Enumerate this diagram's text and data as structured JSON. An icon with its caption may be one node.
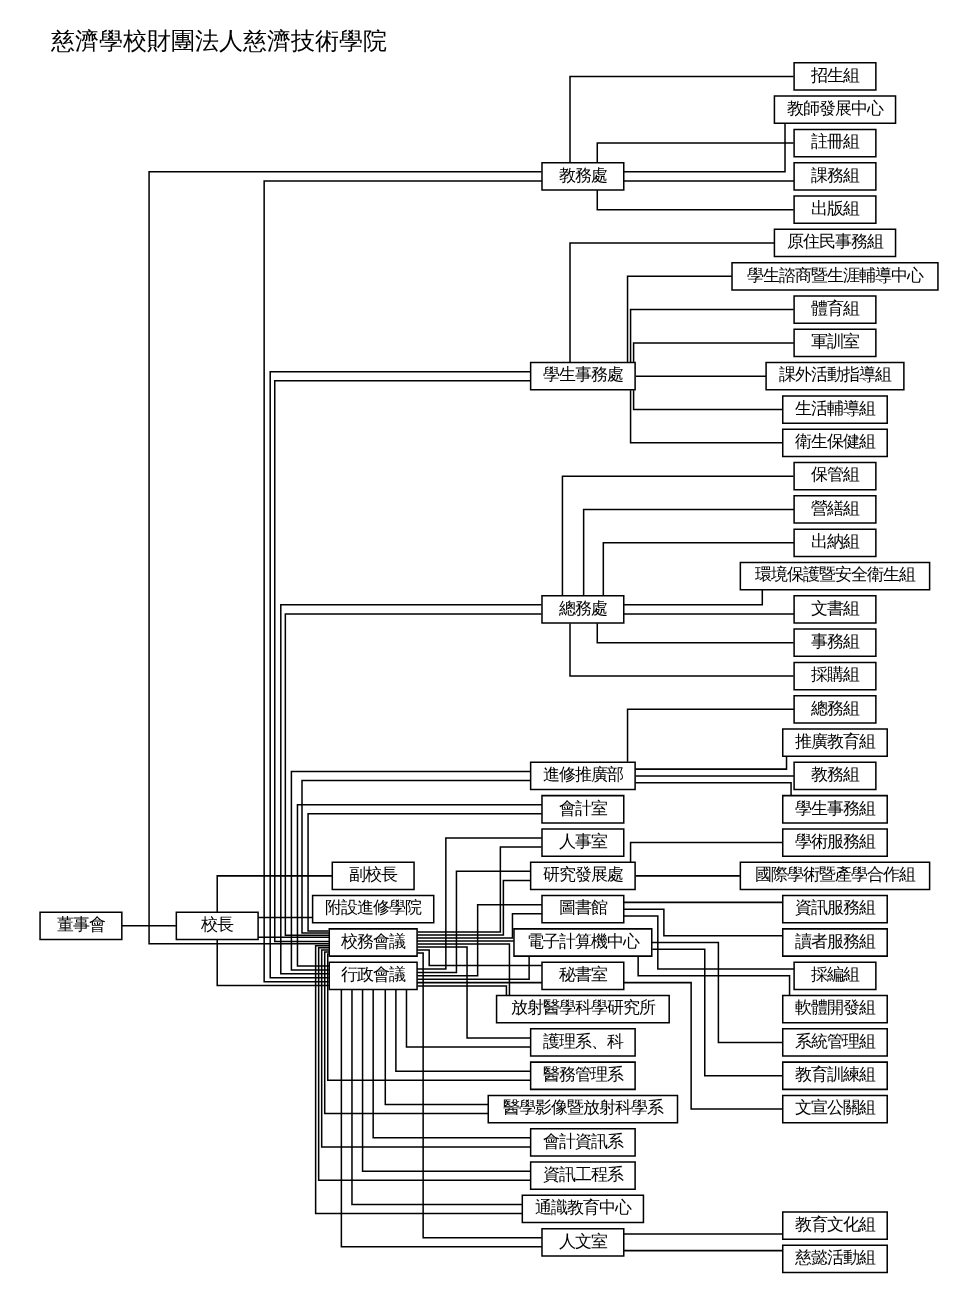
{
  "diagram": {
    "title": "慈濟學校財團法人慈濟技術學院",
    "nodes": [
      {
        "text": [
          "董事會"
        ]
      },
      {
        "text": [
          "校長"
        ]
      },
      {
        "text": [
          "副校長"
        ]
      },
      {
        "text": [
          "附設進修學院"
        ]
      },
      {
        "text": [
          "校務會議"
        ]
      },
      {
        "text": [
          "行政會議"
        ]
      },
      {
        "text": [
          "教務處"
        ]
      },
      {
        "text": [
          "學生事務處"
        ]
      },
      {
        "text": [
          "總務處"
        ]
      },
      {
        "text": [
          "進修推廣部"
        ]
      },
      {
        "text": [
          "放射醫學科學研究所"
        ]
      },
      {
        "text": [
          "護理系、科"
        ]
      },
      {
        "text": [
          "醫務管理系"
        ]
      },
      {
        "text": [
          "醫學影像暨放射科學系"
        ]
      },
      {
        "text": [
          "會計資訊系"
        ]
      },
      {
        "text": [
          "資訊工程系"
        ]
      },
      {
        "text": [
          "通識教育中心"
        ]
      },
      {
        "text": [
          "研究發展處"
        ]
      },
      {
        "text": [
          "圖書館"
        ]
      },
      {
        "text": [
          "電子計算機中心"
        ]
      },
      {
        "text": [
          "秘書室"
        ]
      },
      {
        "text": [
          "人文室"
        ]
      },
      {
        "text": [
          "會計室"
        ]
      },
      {
        "text": [
          "人事室"
        ]
      },
      {
        "text": [
          "註冊組"
        ]
      },
      {
        "text": [
          "課務組"
        ]
      },
      {
        "text": [
          "出版組"
        ]
      },
      {
        "text": [
          "招生組"
        ]
      },
      {
        "text": [
          "教師發展中心"
        ]
      },
      {
        "text": [
          "課外活動指導組"
        ]
      },
      {
        "text": [
          "生活輔導組"
        ]
      },
      {
        "text": [
          "衛生保健組"
        ]
      },
      {
        "text": [
          "原住民事務組"
        ]
      },
      {
        "text": [
          "學生諮商暨生涯輔導中心"
        ]
      },
      {
        "text": [
          "體育組"
        ]
      },
      {
        "text": [
          "軍訓室"
        ]
      },
      {
        "text": [
          "文書組"
        ]
      },
      {
        "text": [
          "事務組"
        ]
      },
      {
        "text": [
          "採購組"
        ]
      },
      {
        "text": [
          "保管組"
        ]
      },
      {
        "text": [
          "營繕組"
        ]
      },
      {
        "text": [
          "出納組"
        ]
      },
      {
        "text": [
          "環境保護暨安全衛生組"
        ]
      },
      {
        "text": [
          "教務組"
        ]
      },
      {
        "text": [
          "學生事務組"
        ]
      },
      {
        "text": [
          "總務組"
        ]
      },
      {
        "text": [
          "推廣教育組"
        ]
      },
      {
        "text": [
          "學術服務組"
        ]
      },
      {
        "text": [
          "國際學術暨產學合作組"
        ]
      },
      {
        "text": [
          "資訊服務組"
        ]
      },
      {
        "text": [
          "讀者服務組"
        ]
      },
      {
        "text": [
          "採編組"
        ]
      },
      {
        "text": [
          "軟體開發組"
        ]
      },
      {
        "text": [
          "系統管理組"
        ]
      },
      {
        "text": [
          "教育訓練組"
        ]
      },
      {
        "text": [
          "文宣公關組"
        ]
      },
      {
        "text": [
          "教育文化組"
        ]
      },
      {
        "text": [
          "慈懿活動組"
        ]
      }
    ],
    "edges": [
      {
        "from": 0,
        "to": 1,
        "arrow": "none"
      },
      {
        "from": 1,
        "to": 2,
        "arrow": "none"
      },
      {
        "from": 1,
        "to": 3,
        "arrow": "none"
      },
      {
        "from": 1,
        "to": 4,
        "arrow": "none"
      },
      {
        "from": 1,
        "to": 5,
        "arrow": "none"
      },
      {
        "from": 4,
        "to": 6,
        "arrow": "none"
      },
      {
        "from": 4,
        "to": 7,
        "arrow": "none"
      },
      {
        "from": 4,
        "to": 8,
        "arrow": "none"
      },
      {
        "from": 4,
        "to": 9,
        "arrow": "none"
      },
      {
        "from": 4,
        "to": 10,
        "arrow": "none"
      },
      {
        "from": 4,
        "to": 11,
        "arrow": "none"
      },
      {
        "from": 4,
        "to": 12,
        "arrow": "none"
      },
      {
        "from": 4,
        "to": 13,
        "arrow": "none"
      },
      {
        "from": 4,
        "to": 14,
        "arrow": "none"
      },
      {
        "from": 4,
        "to": 15,
        "arrow": "none"
      },
      {
        "from": 4,
        "to": 16,
        "arrow": "none"
      },
      {
        "from": 4,
        "to": 17,
        "arrow": "none"
      },
      {
        "from": 4,
        "to": 18,
        "arrow": "none"
      },
      {
        "from": 4,
        "to": 19,
        "arrow": "none"
      },
      {
        "from": 4,
        "to": 20,
        "arrow": "none"
      },
      {
        "from": 4,
        "to": 21,
        "arrow": "none"
      },
      {
        "from": 4,
        "to": 22,
        "arrow": "none"
      },
      {
        "from": 4,
        "to": 23,
        "arrow": "none"
      },
      {
        "from": 5,
        "to": 6,
        "arrow": "none"
      },
      {
        "from": 5,
        "to": 7,
        "arrow": "none"
      },
      {
        "from": 5,
        "to": 8,
        "arrow": "none"
      },
      {
        "from": 5,
        "to": 9,
        "arrow": "none"
      },
      {
        "from": 5,
        "to": 10,
        "arrow": "none"
      },
      {
        "from": 5,
        "to": 11,
        "arrow": "none"
      },
      {
        "from": 5,
        "to": 12,
        "arrow": "none"
      },
      {
        "from": 5,
        "to": 13,
        "arrow": "none"
      },
      {
        "from": 5,
        "to": 14,
        "arrow": "none"
      },
      {
        "from": 5,
        "to": 15,
        "arrow": "none"
      },
      {
        "from": 5,
        "to": 16,
        "arrow": "none"
      },
      {
        "from": 5,
        "to": 17,
        "arrow": "none"
      },
      {
        "from": 5,
        "to": 18,
        "arrow": "none"
      },
      {
        "from": 5,
        "to": 19,
        "arrow": "none"
      },
      {
        "from": 5,
        "to": 20,
        "arrow": "none"
      },
      {
        "from": 5,
        "to": 21,
        "arrow": "none"
      },
      {
        "from": 5,
        "to": 22,
        "arrow": "none"
      },
      {
        "from": 5,
        "to": 23,
        "arrow": "none"
      },
      {
        "from": 6,
        "to": 24,
        "arrow": "none"
      },
      {
        "from": 6,
        "to": 25,
        "arrow": "none"
      },
      {
        "from": 6,
        "to": 26,
        "arrow": "none"
      },
      {
        "from": 6,
        "to": 27,
        "arrow": "none"
      },
      {
        "from": 6,
        "to": 28,
        "arrow": "none"
      },
      {
        "from": 7,
        "to": 29,
        "arrow": "none"
      },
      {
        "from": 7,
        "to": 30,
        "arrow": "none"
      },
      {
        "from": 7,
        "to": 31,
        "arrow": "none"
      },
      {
        "from": 7,
        "to": 32,
        "arrow": "none"
      },
      {
        "from": 7,
        "to": 33,
        "arrow": "none"
      },
      {
        "from": 7,
        "to": 34,
        "arrow": "none"
      },
      {
        "from": 7,
        "to": 35,
        "arrow": "none"
      },
      {
        "from": 8,
        "to": 36,
        "arrow": "none"
      },
      {
        "from": 8,
        "to": 37,
        "arrow": "none"
      },
      {
        "from": 8,
        "to": 38,
        "arrow": "none"
      },
      {
        "from": 8,
        "to": 39,
        "arrow": "none"
      },
      {
        "from": 8,
        "to": 40,
        "arrow": "none"
      },
      {
        "from": 8,
        "to": 41,
        "arrow": "none"
      },
      {
        "from": 8,
        "to": 42,
        "arrow": "none"
      },
      {
        "from": 9,
        "to": 43,
        "arrow": "none"
      },
      {
        "from": 9,
        "to": 44,
        "arrow": "none"
      },
      {
        "from": 9,
        "to": 45,
        "arrow": "none"
      },
      {
        "from": 9,
        "to": 46,
        "arrow": "none"
      },
      {
        "from": 17,
        "to": 47,
        "arrow": "none"
      },
      {
        "from": 17,
        "to": 48,
        "arrow": "none"
      },
      {
        "from": 18,
        "to": 49,
        "arrow": "none"
      },
      {
        "from": 18,
        "to": 50,
        "arrow": "none"
      },
      {
        "from": 18,
        "to": 51,
        "arrow": "none"
      },
      {
        "from": 19,
        "to": 52,
        "arrow": "none"
      },
      {
        "from": 19,
        "to": 53,
        "arrow": "none"
      },
      {
        "from": 19,
        "to": 54,
        "arrow": "none"
      },
      {
        "from": 20,
        "to": 55,
        "arrow": "none"
      },
      {
        "from": 21,
        "to": 56,
        "arrow": "none"
      },
      {
        "from": 21,
        "to": 57,
        "arrow": "none"
      }
    ]
  }
}
